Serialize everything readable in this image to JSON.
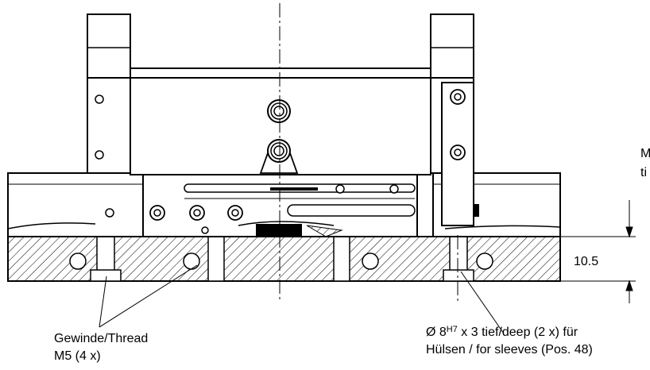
{
  "labels": {
    "thread_line1": "Gewinde/Thread",
    "thread_line2": "M5  (4 x)",
    "sleeve_prefix": "Ø 8",
    "sleeve_tolerance": "H7",
    "sleeve_suffix": " x 3 tief/deep (2 x) für",
    "sleeve_line2": "Hülsen / for sleeves (Pos. 48)",
    "dimension": "10.5",
    "edge_top": "M",
    "edge_bottom": "ti"
  },
  "colors": {
    "line": "#000000",
    "background": "#ffffff"
  }
}
